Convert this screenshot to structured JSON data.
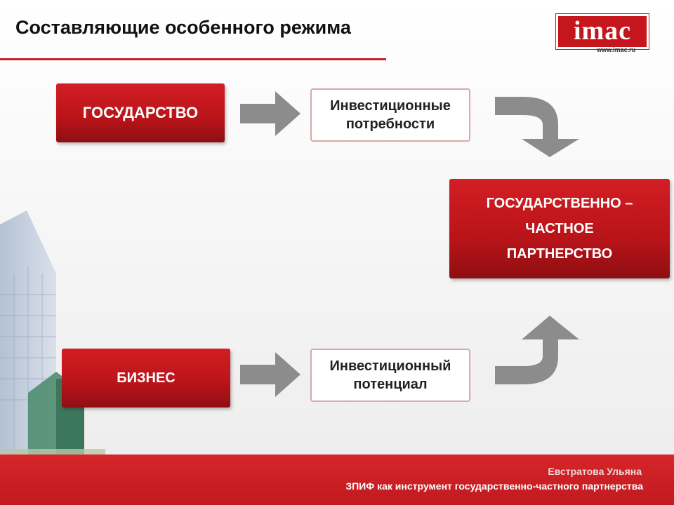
{
  "header": {
    "title": "Составляющие особенного режима",
    "logo_text": "imac",
    "logo_url": "www.imac.ru"
  },
  "flow": {
    "state_label": "ГОСУДАРСТВО",
    "business_label": "БИЗНЕС",
    "investment_needs": [
      "Инвестиционные",
      "потребности"
    ],
    "investment_potential": [
      "Инвестиционный",
      "потенциал"
    ],
    "partnership": [
      "ГОСУДАРСТВЕННО –",
      "ЧАСТНОЕ",
      "ПАРТНЕРСТВО"
    ]
  },
  "footer": {
    "author": "Евстратова Ульяна",
    "subtitle": "ЗПИФ как инструмент государственно-частного партнерства"
  },
  "colors": {
    "accent_red": "#c8202a",
    "arrow_gray": "#8c8c8c"
  }
}
